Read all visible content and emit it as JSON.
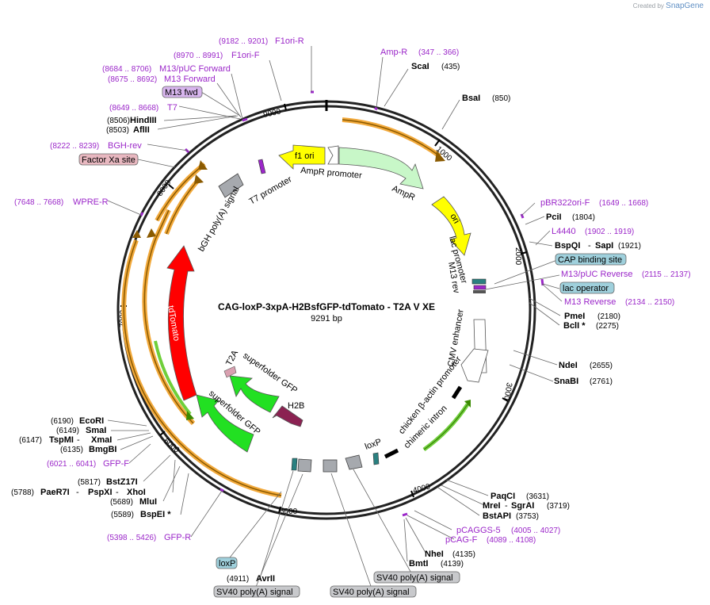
{
  "credit": {
    "prefix": "Created by",
    "brand": "SnapGene"
  },
  "plasmid": {
    "name": "CAG-loxP-3xpA-H2BsfGFP-tdTomato - T2A V XE",
    "length": "9291 bp"
  },
  "tick_labels": [
    "1000",
    "2000",
    "3000",
    "4000",
    "5000",
    "6000",
    "7000",
    "8000",
    "9000"
  ],
  "sites_right": [
    {
      "name": "ScaI",
      "pos": "(435)"
    },
    {
      "name": "BsaI",
      "pos": "(850)"
    },
    {
      "name": "PciI",
      "pos": "(1804)"
    },
    {
      "name": "BspQI",
      "sep": "- ",
      "name2": "SapI",
      "pos": "(1921)"
    },
    {
      "name": "PmeI",
      "pos": "(2180)"
    },
    {
      "name": "BclI *",
      "pos": "(2275)"
    },
    {
      "name": "NdeI",
      "pos": "(2655)"
    },
    {
      "name": "SnaBI",
      "pos": "(2761)"
    },
    {
      "name": "PaqCI",
      "pos": "(3631)"
    },
    {
      "name": "MreI",
      "sep": "- ",
      "name2": "SgrAI",
      "pos": "(3719)"
    },
    {
      "name": "BstAPI",
      "pos": "(3753)"
    },
    {
      "name": "NheI",
      "pos": "(4135)"
    },
    {
      "name": "BmtI",
      "pos": "(4139)"
    },
    {
      "name": "AvrII",
      "pos": "(4911)"
    }
  ],
  "sites_left": [
    {
      "name": "HindIII",
      "pos": "(8506)"
    },
    {
      "name": "AflII",
      "pos": "(8503)"
    },
    {
      "name": "EcoRI",
      "pos": "(6190)"
    },
    {
      "name": "SmaI",
      "pos": "(6149)"
    },
    {
      "name": "TspMI",
      "sep": " - ",
      "name2": "XmaI",
      "pos": "(6147)"
    },
    {
      "name": "BmgBI",
      "pos": "(6135)"
    },
    {
      "name": "BstZ17I",
      "pos": "(5817)"
    },
    {
      "name": "PaeR7I",
      "sep": " - ",
      "name2": "PspXI",
      "sep2": " - ",
      "name3": "XhoI",
      "pos": "(5788)"
    },
    {
      "name": "MluI",
      "pos": "(5689)"
    },
    {
      "name": "BspEI *",
      "pos": "(5589)"
    }
  ],
  "primers": [
    {
      "name": "F1ori-R",
      "range": "(9182 .. 9201)"
    },
    {
      "name": "F1ori-F",
      "range": "(8970 .. 8991)"
    },
    {
      "name": "M13/pUC Forward",
      "range": "(8684 .. 8706)"
    },
    {
      "name": "M13 Forward",
      "range": "(8675 .. 8692)"
    },
    {
      "name": "T7",
      "range": "(8649 .. 8668)"
    },
    {
      "name": "BGH-rev",
      "range": "(8222 .. 8239)"
    },
    {
      "name": "WPRE-R",
      "range": "(7648 .. 7668)"
    },
    {
      "name": "GFP-F",
      "range": "(6021 .. 6041)"
    },
    {
      "name": "GFP-R",
      "range": "(5398 .. 5426)"
    },
    {
      "name": "Amp-R",
      "range": "(347 .. 366)"
    },
    {
      "name": "pBR322ori-F",
      "range": "(1649 .. 1668)"
    },
    {
      "name": "L4440",
      "range": "(1902 .. 1919)"
    },
    {
      "name": "M13/pUC Reverse",
      "range": "(2115 .. 2137)"
    },
    {
      "name": "M13 Reverse",
      "range": "(2134 .. 2150)"
    },
    {
      "name": "pCAGGS-5",
      "range": "(4005 .. 4027)"
    },
    {
      "name": "pCAG-F",
      "range": "(4089 .. 4108)"
    }
  ],
  "boxed": {
    "m13fwd": "M13 fwd",
    "factorxa": "Factor Xa site",
    "cap": "CAP binding site",
    "lacop": "lac operator",
    "loxp": "loxP",
    "sv40a": "SV40 poly(A) signal",
    "sv40b": "SV40 poly(A) signal",
    "sv40c": "SV40 poly(A) signal"
  },
  "features": {
    "f1ori": "f1 ori",
    "amppromoter": "AmpR promoter",
    "ampr": "AmpR",
    "ori": "ori",
    "lacpromoter": "lac promoter",
    "m13rev": "M13 rev",
    "cmv": "CMV enhancer",
    "chickenactin": "chicken β-actin promoter",
    "chimericintron": "chimeric intron",
    "loxp": "loxP",
    "h2b": "H2B",
    "sfgfp1": "superfolder GFP",
    "sfgfp2": "superfolder GFP",
    "t2a": "T2A",
    "tdtomato": "tdTomato",
    "bgh": "bGH poly(A) signal",
    "t7promoter": "T7 promoter"
  },
  "colors": {
    "primer": "#9b27c9",
    "yellow": "#ffff00",
    "ampr": "#c8f7c8",
    "green": "#20e020",
    "red": "#ff0000",
    "h2b": "#8b2252",
    "orange": "#f2a93b"
  }
}
